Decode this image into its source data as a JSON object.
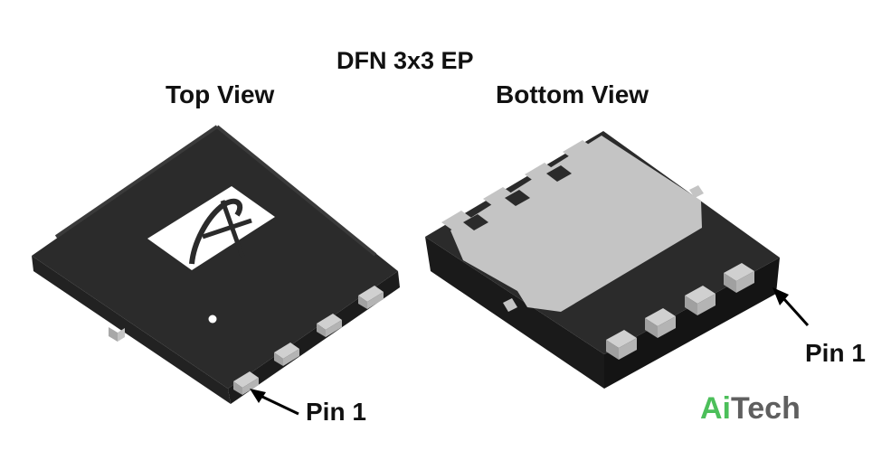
{
  "title": "DFN 3x3 EP",
  "views": {
    "top": {
      "label": "Top View",
      "pin_label": "Pin 1"
    },
    "bottom": {
      "label": "Bottom View",
      "pin_label": "Pin 1"
    }
  },
  "brand": {
    "part1": "Ai",
    "part2": "Tech",
    "color_ai": "#4cbf5a",
    "color_tech": "#5f5f5f"
  },
  "colors": {
    "body": "#2b2b2b",
    "body_side": "#1a1a1a",
    "pad": "#c4c4c4",
    "pad_side": "#9a9a9a",
    "arrow": "#000000"
  },
  "logo": "stylized-A-logo"
}
